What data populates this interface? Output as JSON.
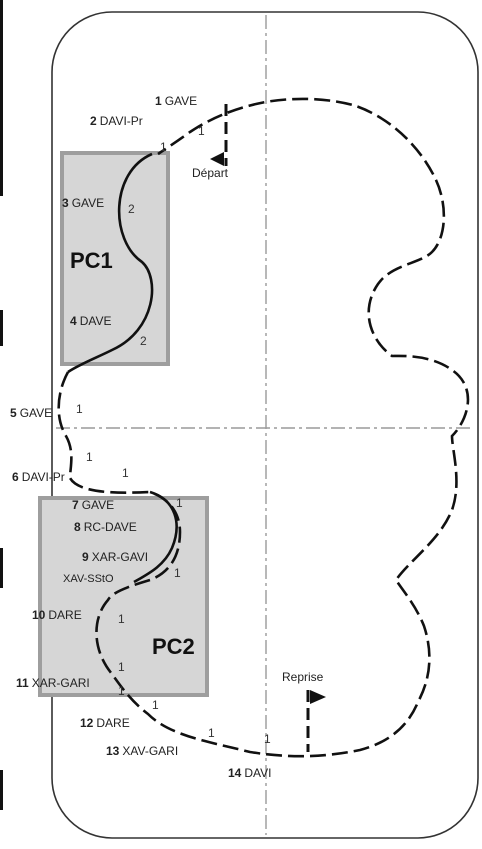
{
  "zones": [
    {
      "id": "pc1",
      "label": "PC1"
    },
    {
      "id": "pc2",
      "label": "PC2"
    }
  ],
  "markers": {
    "start": "Départ",
    "restart": "Reprise"
  },
  "figures": [
    {
      "num": "1",
      "name": "GAVE"
    },
    {
      "num": "2",
      "name": "DAVI-Pr"
    },
    {
      "num": "3",
      "name": "GAVE"
    },
    {
      "num": "4",
      "name": "DAVE"
    },
    {
      "num": "5",
      "name": "GAVE"
    },
    {
      "num": "6",
      "name": "DAVI-Pr"
    },
    {
      "num": "7",
      "name": "GAVE"
    },
    {
      "num": "8",
      "name": "RC-DAVE"
    },
    {
      "num": "9",
      "name": "XAR-GAVI"
    },
    {
      "num": "",
      "name": "XAV-SStO"
    },
    {
      "num": "10",
      "name": "DARE"
    },
    {
      "num": "11",
      "name": "XAR-GARI"
    },
    {
      "num": "12",
      "name": "DARE"
    },
    {
      "num": "13",
      "name": "XAV-GARI"
    },
    {
      "num": "14",
      "name": "DAVI"
    }
  ],
  "segment_counts": [
    "1",
    "1",
    "2",
    "2",
    "1",
    "1",
    "1",
    "1",
    "1",
    "1",
    "1",
    "1",
    "1",
    "1",
    "1"
  ],
  "colors": {
    "track": "#111111",
    "zone_fill": "#d6d6d6",
    "zone_border": "#9e9e9e",
    "axis": "#9a9a9a",
    "arena_border": "#333333"
  }
}
